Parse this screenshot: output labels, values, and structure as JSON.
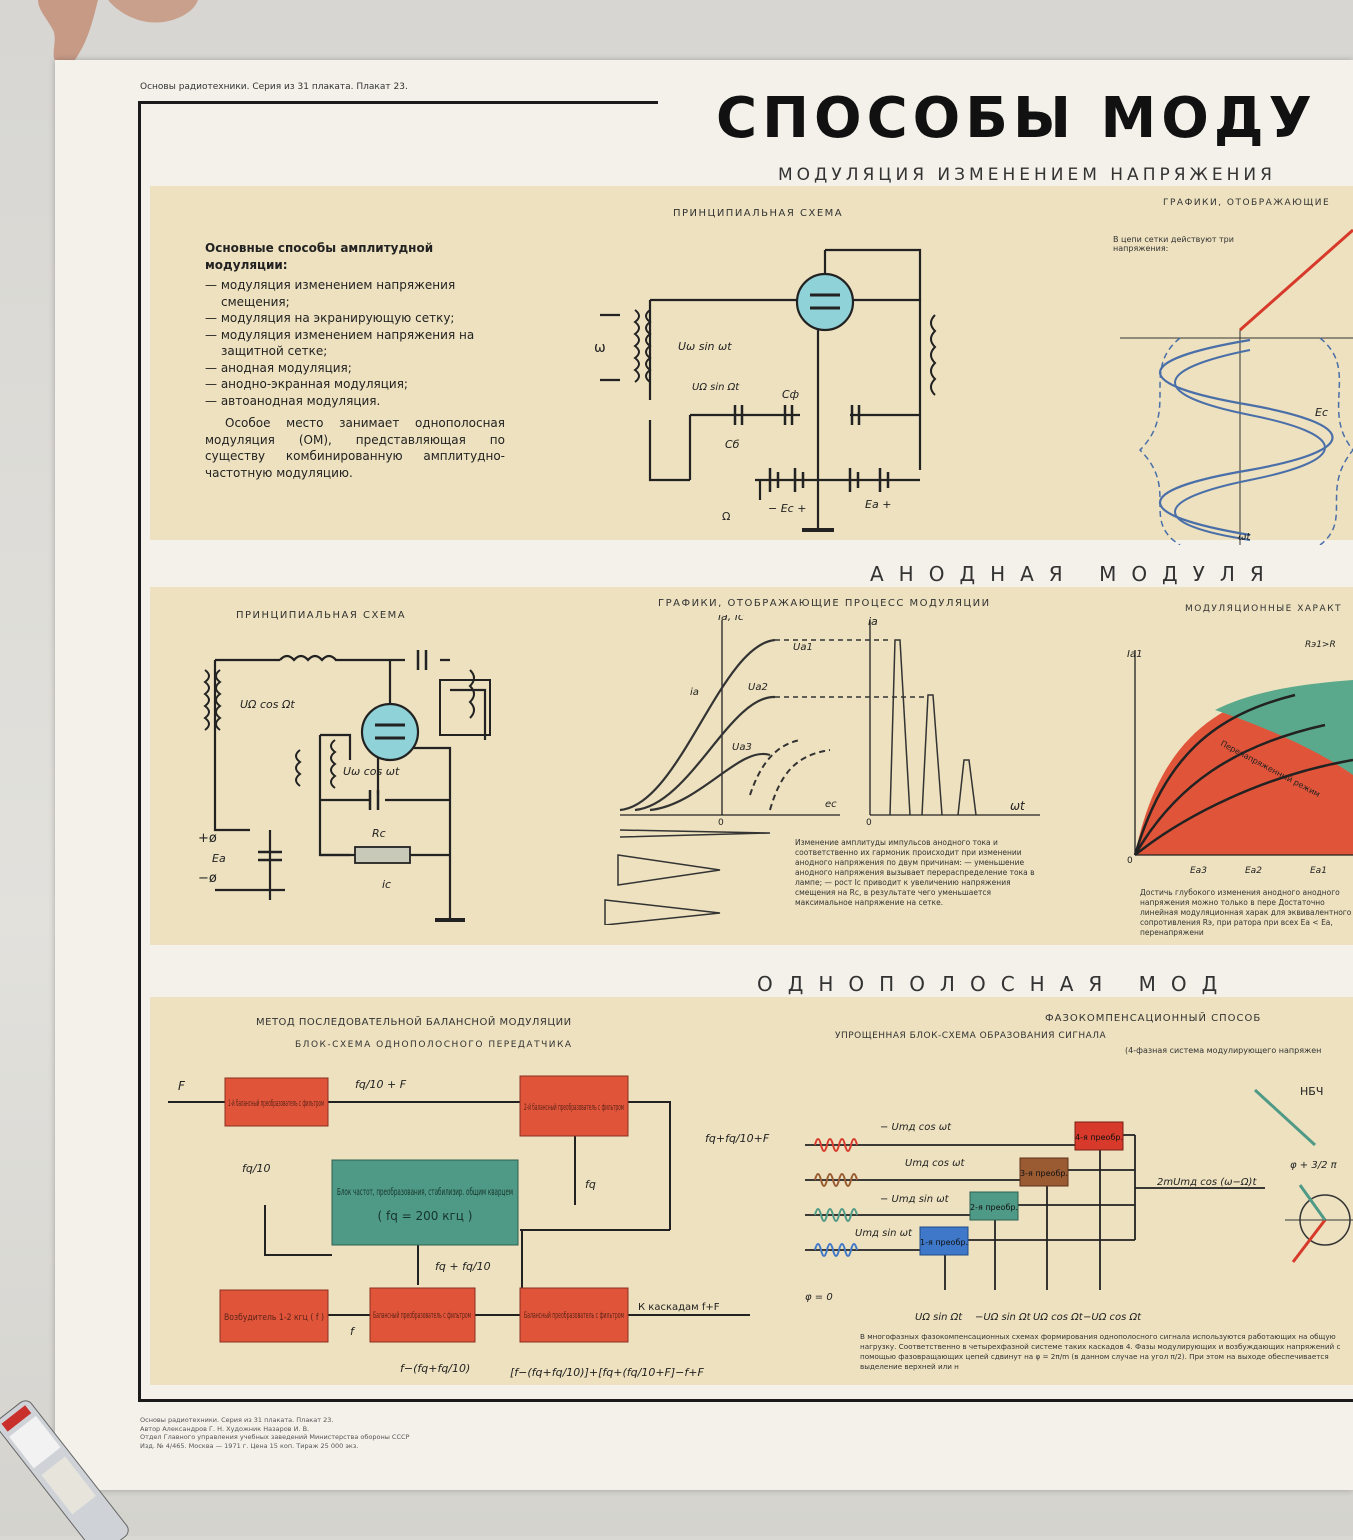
{
  "poster": {
    "series_line": "Основы радиотехники. Серия из 31 плаката. Плакат 23.",
    "title": "СПОСОБЫ МОДУ",
    "subtitle": "МОДУЛЯЦИЯ ИЗМЕНЕНИЕМ НАПРЯЖЕНИЯ"
  },
  "section1": {
    "schema_label": "ПРИНЦИПИАЛЬНАЯ СХЕМА",
    "graphs_label": "ГРАФИКИ, ОТОБРАЖАЮЩИЕ",
    "graph_note": "В цепи сетки действуют три напряжения:",
    "heading": "Основные способы амплитудной модуляции:",
    "methods": [
      "— модуляция изменением напряжения смещения;",
      "— модуляция на экранирующую сетку;",
      "— модуляция изменением напряжения на защитной сетке;",
      "— анодная модуляция;",
      "— анодно-экранная модуляция;",
      "— автоанодная модуляция."
    ],
    "paragraph": "Особое место занимает однополосная модуляция (ОМ), представляющая по существу комбинированную амплитудно-частотную модуляцию."
  },
  "section2": {
    "title": "АНОДНАЯ МОДУЛЯ",
    "schema_label": "ПРИНЦИПИАЛЬНАЯ СХЕМА",
    "graphs_label": "ГРАФИКИ, ОТОБРАЖАЮЩИЕ ПРОЦЕСС МОДУЛЯЦИИ",
    "char_label": "МОДУЛЯЦИОННЫЕ ХАРАКТ",
    "note": "Изменение амплитуды импульсов анодного тока и соответственно их гармоник происходит при изменении анодного напряжения по двум причинам: — уменьшение анодного напряжения вызывает перераспределение тока в лампе; — рост Ic приводит к увеличению напряжения смещения на Rc, в результате чего уменьшается максимальное напряжение на сетке.",
    "char_note": "Достичь глубокого изменения анодного анодного напряжения можно только в пере Достаточно линейная модуляционная харак для эквивалентного сопротивления Rэ, при ратора при всех Eа < Eа, перенапряжени",
    "regime_label": "Перенапряженный режим"
  },
  "section3": {
    "title": "ОДНОПОЛОСНАЯ МОД",
    "method_label": "МЕТОД ПОСЛЕДОВАТЕЛЬНОЙ БАЛАНСНОЙ МОДУЛЯЦИИ",
    "block_label": "БЛОК-СХЕМА ОДНОПОЛОСНОГО ПЕРЕДАТЧИКА",
    "phase_label": "ФАЗОКОМПЕНСАЦИОННЫЙ СПОСОБ",
    "phase_sub": "УПРОЩЕННАЯ БЛОК-СХЕМА ОБРАЗОВАНИЯ СИГНАЛА",
    "phase_note": "(4-фазная система модулирующего напряжен",
    "blocks": {
      "b1": "1-й балансный преобразователь с фильтром",
      "b2": "2-й балансный преобразователь с фильтром",
      "center": "Блок частот, преобразования, стабилизир. общим кварцем",
      "center_freq": "( fq = 200 кгц )",
      "exciter": "Возбудитель 1-2 кгц ( f )",
      "bal1": "Балансный преобразователь с фильтром",
      "bal2": "Балансный преобразователь с фильтром",
      "output": "К каскадам f+F"
    },
    "phase_blocks": [
      "1-я преобр.",
      "2-я преобр.",
      "3-я преобр.",
      "4-я преобр."
    ],
    "nbch": "НБЧ",
    "footnote": "В многофазных фазокомпенсационных схемах формирования однополосного сигнала используются работающих на общую нагрузку. Соответственно в четырехфазной системе таких каскадов 4. Фазы модулирующих и возбуждающих напряжений с помощью фазовращающих цепей сдвинут на φ = 2π/m (в данном случае на угол π/2). При этом на выходе обеспечивается выделение верхней или н"
  },
  "footer": [
    "Основы радиотехники. Серия из 31 плаката. Плакат 23.",
    "Автор Александров Г. Н. Художник Назаров И. В.",
    "Отдел Главного управления учебных заведений Министерства обороны СССР",
    "Изд. № 4/465. Москва — 1971 г. Цена 15 коп. Тираж 25 000 экз."
  ],
  "colors": {
    "panel": "#ede1bf",
    "red_block": "#e0553a",
    "teal_block": "#4f9a86",
    "brown_block": "#9a5b33",
    "blue_block": "#3f78c8"
  }
}
